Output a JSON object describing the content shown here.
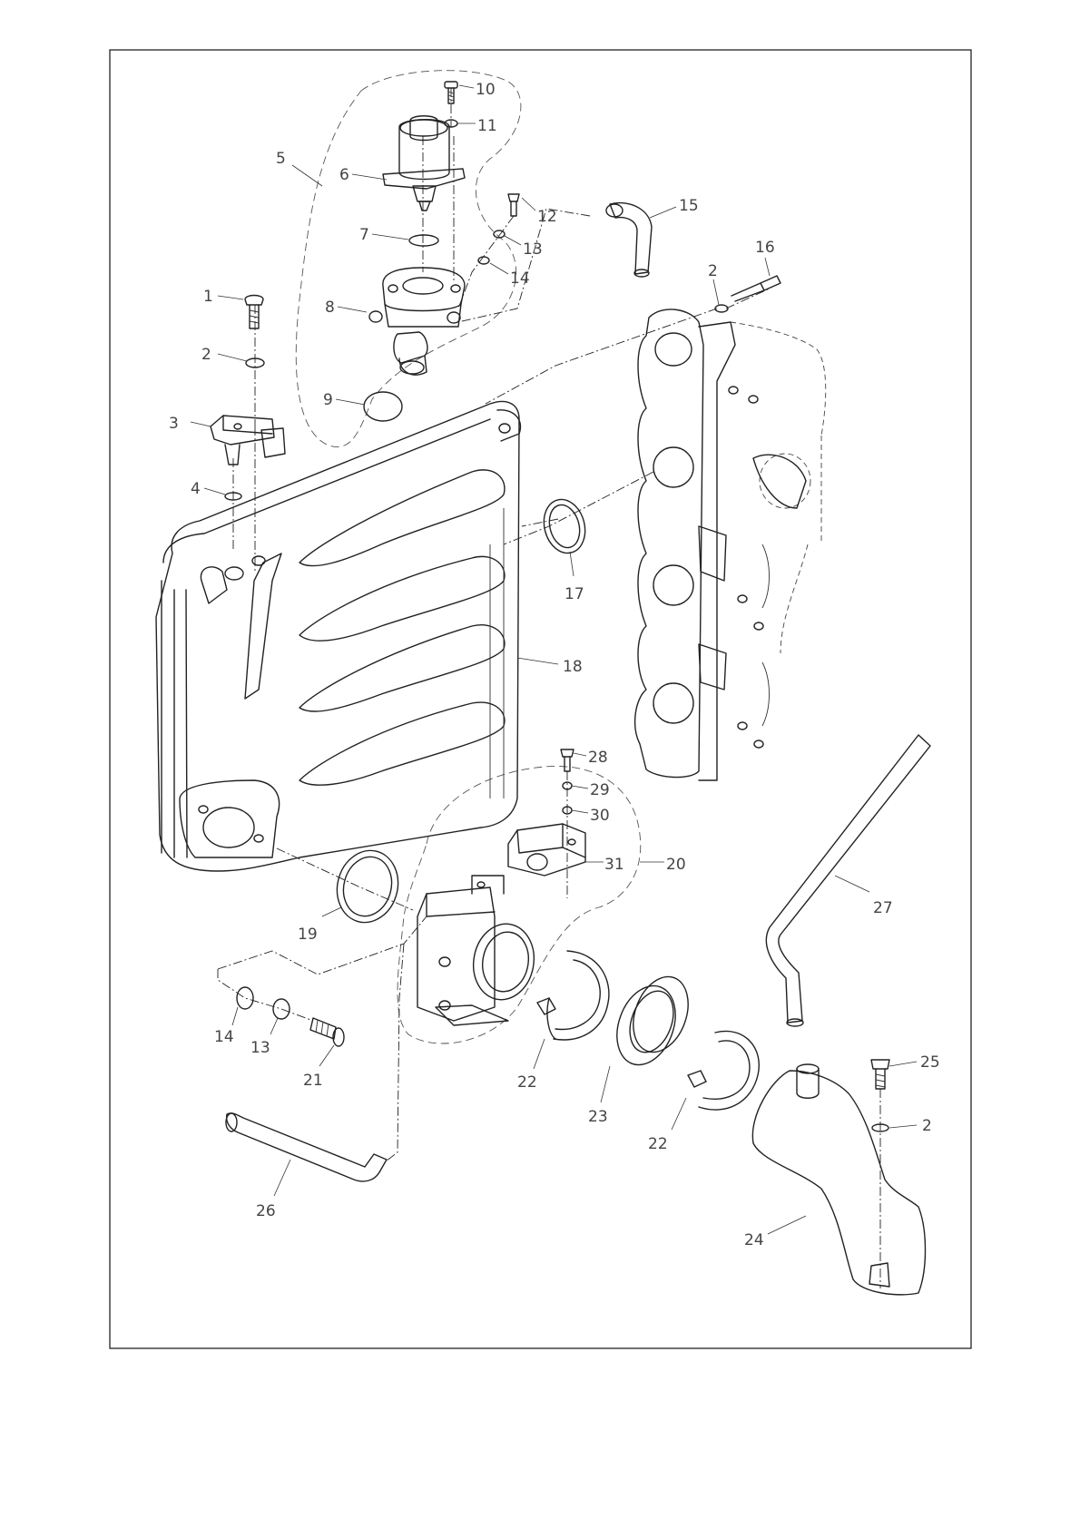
{
  "diagram": {
    "callouts": [
      {
        "id": "c1",
        "label": "1"
      },
      {
        "id": "c2a",
        "label": "2"
      },
      {
        "id": "c3",
        "label": "3"
      },
      {
        "id": "c4",
        "label": "4"
      },
      {
        "id": "c5",
        "label": "5"
      },
      {
        "id": "c6",
        "label": "6"
      },
      {
        "id": "c7",
        "label": "7"
      },
      {
        "id": "c8",
        "label": "8"
      },
      {
        "id": "c9",
        "label": "9"
      },
      {
        "id": "c10",
        "label": "10"
      },
      {
        "id": "c11",
        "label": "11"
      },
      {
        "id": "c12",
        "label": "12"
      },
      {
        "id": "c13a",
        "label": "13"
      },
      {
        "id": "c14a",
        "label": "14"
      },
      {
        "id": "c15",
        "label": "15"
      },
      {
        "id": "c16",
        "label": "16"
      },
      {
        "id": "c2b",
        "label": "2"
      },
      {
        "id": "c17",
        "label": "17"
      },
      {
        "id": "c18",
        "label": "18"
      },
      {
        "id": "c19",
        "label": "19"
      },
      {
        "id": "c20",
        "label": "20"
      },
      {
        "id": "c28",
        "label": "28"
      },
      {
        "id": "c29",
        "label": "29"
      },
      {
        "id": "c30",
        "label": "30"
      },
      {
        "id": "c31",
        "label": "31"
      },
      {
        "id": "c27",
        "label": "27"
      },
      {
        "id": "c14b",
        "label": "14"
      },
      {
        "id": "c13b",
        "label": "13"
      },
      {
        "id": "c21",
        "label": "21"
      },
      {
        "id": "c22a",
        "label": "22"
      },
      {
        "id": "c23",
        "label": "23"
      },
      {
        "id": "c22b",
        "label": "22"
      },
      {
        "id": "c25",
        "label": "25"
      },
      {
        "id": "c2c",
        "label": "2"
      },
      {
        "id": "c24",
        "label": "24"
      },
      {
        "id": "c26",
        "label": "26"
      }
    ]
  }
}
